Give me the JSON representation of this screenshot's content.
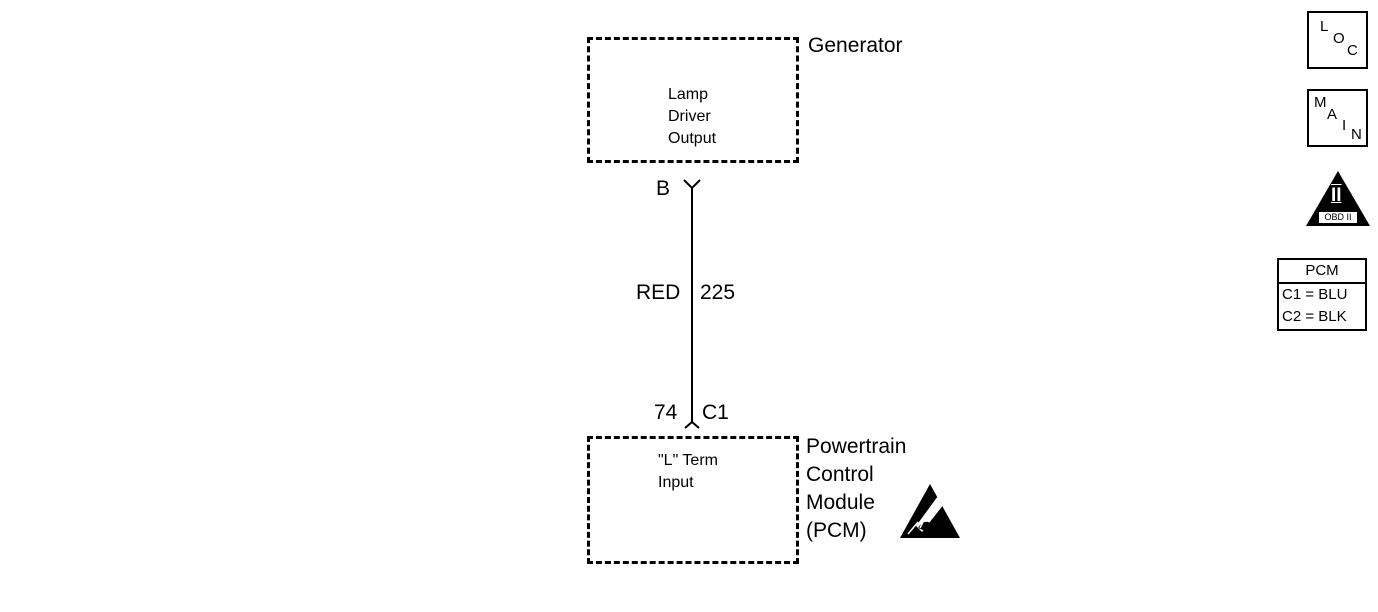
{
  "generator": {
    "title": "Generator",
    "function_lines": [
      "Lamp",
      "Driver",
      "Output"
    ]
  },
  "wire": {
    "top_pin": "B",
    "color": "RED",
    "circuit": "225",
    "bottom_pin": "74",
    "bottom_connector": "C1"
  },
  "pcm": {
    "title_lines": [
      "Powertrain",
      "Control",
      "Module",
      "(PCM)"
    ],
    "function_lines": [
      "\"L\" Term",
      "Input"
    ],
    "esd_icon": "esd-sensitive-icon"
  },
  "side_icons": {
    "loc": {
      "letters": [
        "L",
        "O",
        "C"
      ]
    },
    "main": {
      "letters": [
        "M",
        "A",
        "I",
        "N"
      ]
    },
    "obd": {
      "symbol": "II",
      "label": "OBD II"
    },
    "pcm_table": {
      "header": "PCM",
      "rows": [
        "C1 = BLU",
        "C2 = BLK"
      ]
    }
  }
}
